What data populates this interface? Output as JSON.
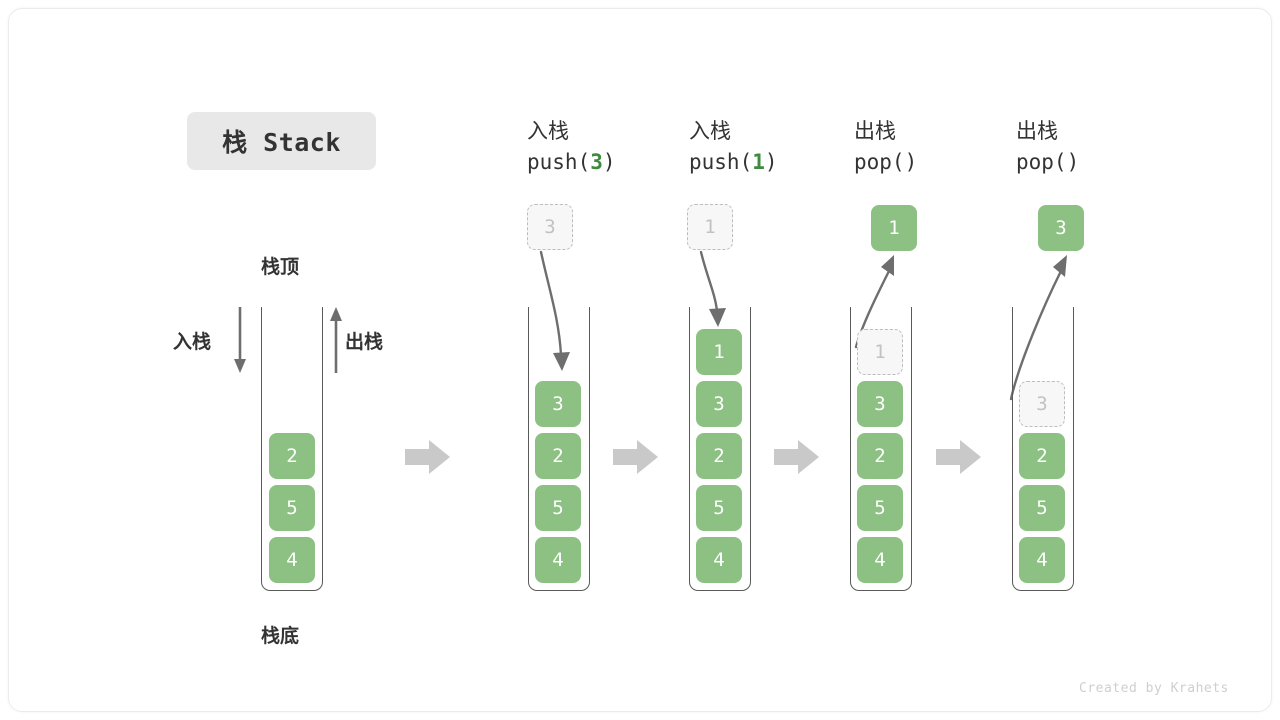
{
  "title_badge": "栈 Stack",
  "credit": "Created by Krahets",
  "colors": {
    "cell_green": "#8cc183",
    "accent_green": "#3e8a3e",
    "ghost_border": "#bdbdbd",
    "ghost_fill": "#f7f7f7",
    "container_stroke": "#5a5a5a",
    "arrow_gray": "#6e6e6e",
    "sep_arrow_gray": "#c9c9c9",
    "badge_bg": "#e8e8e8",
    "text_dark": "#333333"
  },
  "labels": {
    "top": "栈顶",
    "bottom": "栈底",
    "push": "入栈",
    "pop": "出栈"
  },
  "diagram": {
    "type": "stack-operations",
    "columns": [
      {
        "id": "initial",
        "header_cjk": "",
        "header_code_prefix": "",
        "header_code_value": "",
        "header_code_suffix": "",
        "cells": [
          "2",
          "5",
          "4"
        ],
        "ghost_index": -1,
        "floating": null
      },
      {
        "id": "push-3",
        "header_cjk": "入栈",
        "header_code_prefix": "push(",
        "header_code_value": "3",
        "header_code_suffix": ")",
        "cells": [
          "3",
          "2",
          "5",
          "4"
        ],
        "ghost_index": -1,
        "floating": {
          "value": "3",
          "kind": "ghost",
          "direction": "in"
        }
      },
      {
        "id": "push-1",
        "header_cjk": "入栈",
        "header_code_prefix": "push(",
        "header_code_value": "1",
        "header_code_suffix": ")",
        "cells": [
          "1",
          "3",
          "2",
          "5",
          "4"
        ],
        "ghost_index": -1,
        "floating": {
          "value": "1",
          "kind": "ghost",
          "direction": "in"
        }
      },
      {
        "id": "pop-1",
        "header_cjk": "出栈",
        "header_code_prefix": "pop(",
        "header_code_value": "",
        "header_code_suffix": ")",
        "cells": [
          "1",
          "3",
          "2",
          "5",
          "4"
        ],
        "ghost_index": 0,
        "floating": {
          "value": "1",
          "kind": "green",
          "direction": "out"
        }
      },
      {
        "id": "pop-3",
        "header_cjk": "出栈",
        "header_code_prefix": "pop(",
        "header_code_value": "",
        "header_code_suffix": ")",
        "cells": [
          "3",
          "2",
          "5",
          "4"
        ],
        "ghost_index": 0,
        "floating": {
          "value": "3",
          "kind": "green",
          "direction": "out"
        }
      }
    ],
    "separators": [
      "step-arrow",
      "step-arrow",
      "step-arrow",
      "step-arrow"
    ]
  }
}
